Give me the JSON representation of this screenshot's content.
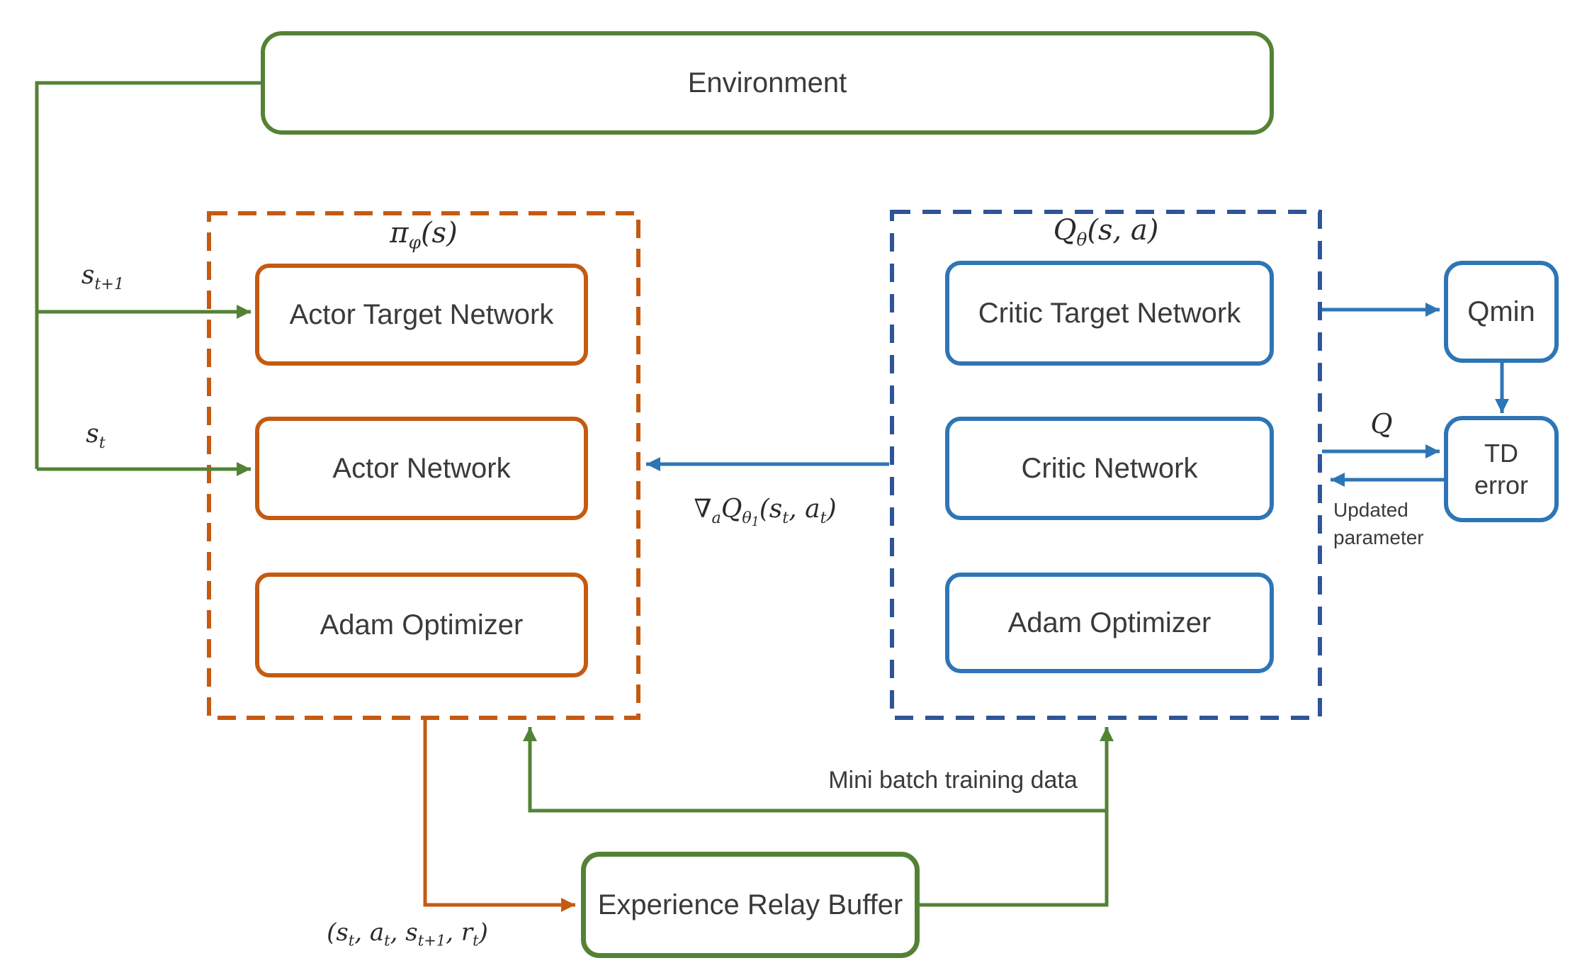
{
  "colors": {
    "green": "#548235",
    "orange": "#C55A11",
    "blue": "#2E75B6",
    "blue_dark": "#2F5597",
    "text": "#3a3a3a"
  },
  "environment": {
    "label": "Environment"
  },
  "actor_group": {
    "title": {
      "symbol": "π",
      "subscript": "φ",
      "args": "(s)"
    },
    "target_network_label": "Actor Target Network",
    "network_label": "Actor Network",
    "optimizer_label": "Adam Optimizer"
  },
  "critic_group": {
    "title": {
      "symbol": "Q",
      "subscript": "θ",
      "args": "(s, a)"
    },
    "target_network_label": "Critic Target Network",
    "network_label": "Critic Network",
    "optimizer_label": "Adam Optimizer"
  },
  "qmin": {
    "label": "Qmin"
  },
  "td_error": {
    "line1": "TD",
    "line2": "error"
  },
  "buffer": {
    "label": "Experience Relay Buffer"
  },
  "edge_labels": {
    "next_state": {
      "base": "s",
      "sub": "t+1"
    },
    "state": {
      "base": "s",
      "sub": "t"
    },
    "q_value": "Q",
    "updated_parameter": {
      "line1": "Updated",
      "line2": "parameter"
    },
    "mini_batch": "Mini batch training data",
    "gradient": {
      "nabla": "∇",
      "nabla_sub": "a",
      "q": "Q",
      "q_sub": "θ",
      "q_subsub": "1",
      "open": "(s",
      "s_sub": "t",
      "mid": ", a",
      "a_sub": "t",
      "close": ")"
    },
    "transition": {
      "p1": "(s",
      "s1": "t",
      "p2": ", a",
      "s2": "t",
      "p3": ", s",
      "s3": "t+1",
      "p4": ", r",
      "s4": "t",
      "p5": ")"
    }
  }
}
